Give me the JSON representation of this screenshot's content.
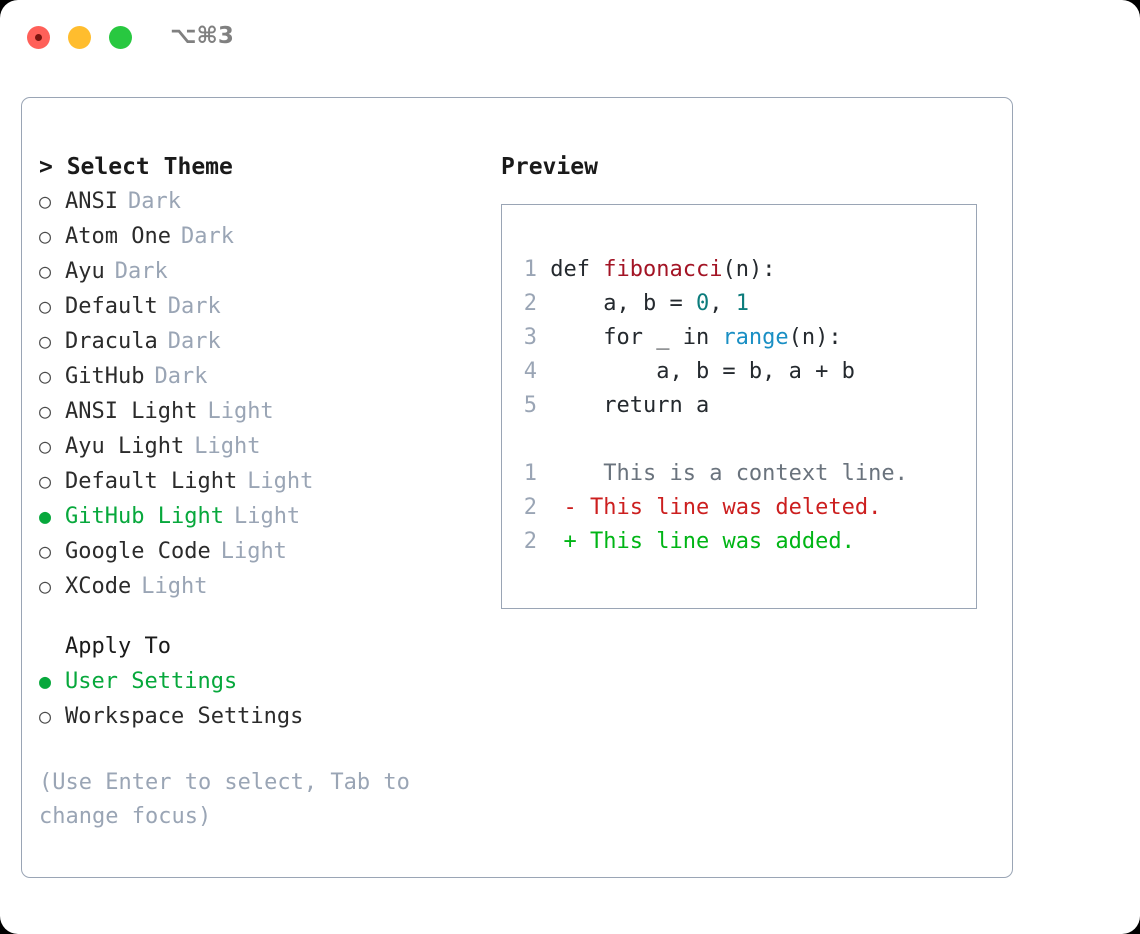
{
  "window": {
    "title": "⌥⌘3",
    "traffic_lights": [
      {
        "name": "close",
        "color": "#ff6059"
      },
      {
        "name": "minimize",
        "color": "#ffbd2e"
      },
      {
        "name": "maximize",
        "color": "#28c840"
      }
    ]
  },
  "theme_picker": {
    "header": "> Select Theme",
    "selected_theme": "GitHub Light",
    "items": [
      {
        "marker": "○",
        "name": "ANSI",
        "variant": "Dark",
        "selected": false
      },
      {
        "marker": "○",
        "name": "Atom One",
        "variant": "Dark",
        "selected": false
      },
      {
        "marker": "○",
        "name": "Ayu",
        "variant": "Dark",
        "selected": false
      },
      {
        "marker": "○",
        "name": "Default",
        "variant": "Dark",
        "selected": false
      },
      {
        "marker": "○",
        "name": "Dracula",
        "variant": "Dark",
        "selected": false
      },
      {
        "marker": "○",
        "name": "GitHub",
        "variant": "Dark",
        "selected": false
      },
      {
        "marker": "○",
        "name": "ANSI Light",
        "variant": "Light",
        "selected": false
      },
      {
        "marker": "○",
        "name": "Ayu Light",
        "variant": "Light",
        "selected": false
      },
      {
        "marker": "○",
        "name": "Default Light",
        "variant": "Light",
        "selected": false
      },
      {
        "marker": "●",
        "name": "GitHub Light",
        "variant": "Light",
        "selected": true
      },
      {
        "marker": "○",
        "name": "Google Code",
        "variant": "Light",
        "selected": false
      },
      {
        "marker": "○",
        "name": "XCode",
        "variant": "Light",
        "selected": false
      }
    ]
  },
  "apply_to": {
    "header": "Apply To",
    "selected": "User Settings",
    "items": [
      {
        "marker": "●",
        "name": "User Settings",
        "selected": true
      },
      {
        "marker": "○",
        "name": "Workspace Settings",
        "selected": false
      }
    ]
  },
  "hint": "(Use Enter to select, Tab to change focus)",
  "preview": {
    "header": "Preview",
    "code_lines": [
      {
        "number": "1",
        "tokens": [
          {
            "text": "def ",
            "type": "plain"
          },
          {
            "text": "fibonacci",
            "type": "func"
          },
          {
            "text": "(n):",
            "type": "plain"
          }
        ]
      },
      {
        "number": "2",
        "tokens": [
          {
            "text": "    a, b = ",
            "type": "plain"
          },
          {
            "text": "0",
            "type": "num"
          },
          {
            "text": ", ",
            "type": "plain"
          },
          {
            "text": "1",
            "type": "num"
          }
        ]
      },
      {
        "number": "3",
        "tokens": [
          {
            "text": "    for _ in ",
            "type": "plain"
          },
          {
            "text": "range",
            "type": "builtin"
          },
          {
            "text": "(n):",
            "type": "plain"
          }
        ]
      },
      {
        "number": "4",
        "tokens": [
          {
            "text": "        a, b = b, a + b",
            "type": "plain"
          }
        ]
      },
      {
        "number": "5",
        "tokens": [
          {
            "text": "    return a",
            "type": "plain"
          }
        ]
      }
    ],
    "diff_lines": [
      {
        "number": "1",
        "marker": " ",
        "text": "  This is a context line.",
        "type": "ctx"
      },
      {
        "number": "2",
        "marker": "-",
        "text": " This line was deleted.",
        "type": "del"
      },
      {
        "number": "2",
        "marker": "+",
        "text": " This line was added.",
        "type": "add"
      }
    ]
  },
  "colors": {
    "accent_green": "#07a83c",
    "muted": "#9aa5b5",
    "border": "#9aa5b5",
    "text": "#2b2b2b",
    "diff_added": "#00b515",
    "diff_deleted": "#cc1f1f",
    "syntax_function": "#a31425",
    "syntax_number": "#0c7c7c",
    "syntax_builtin": "#1a8fc4"
  }
}
